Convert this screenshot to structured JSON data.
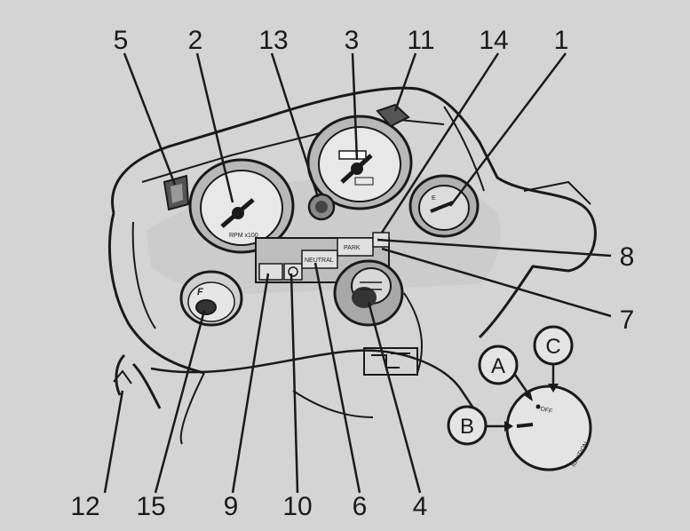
{
  "callouts": {
    "n5": "5",
    "n2": "2",
    "n13": "13",
    "n3": "3",
    "n11": "11",
    "n14": "14",
    "n1": "1",
    "n8": "8",
    "n7": "7",
    "n12": "12",
    "n15": "15",
    "n9": "9",
    "n10": "10",
    "n6": "6",
    "n4": "4"
  },
  "switch_positions": {
    "a": "A",
    "b": "B",
    "c": "C"
  },
  "dial_text": {
    "off": "OFF",
    "ignition": "IGNITION"
  },
  "panel_text": {
    "neutral": "NEUTRAL",
    "park": "PARK",
    "rpm": "RPM x100",
    "fuel": "F",
    "fuel_e": "E"
  },
  "colors": {
    "background": "#d4d4d4",
    "ink": "#1a1a1a",
    "shade": "#9a9a9a"
  }
}
